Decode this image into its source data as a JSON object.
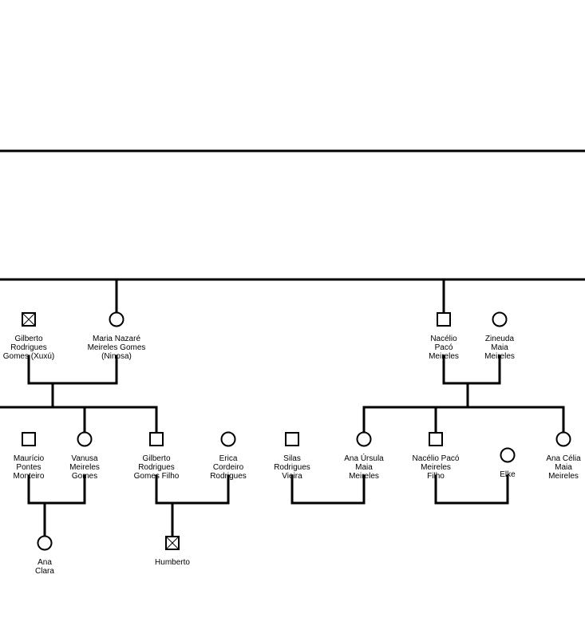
{
  "colors": {
    "line": "#000000",
    "background": "#ffffff"
  },
  "people": {
    "gilberto": {
      "name": [
        "Gilberto",
        "Rodrigues",
        "Gomes (Xuxú)"
      ],
      "sex": "male",
      "deceased": true
    },
    "maria_nazare": {
      "name": [
        "Maria Nazaré",
        "Meireles Gomes",
        "(Ninosa)"
      ],
      "sex": "female",
      "deceased": false
    },
    "nacelio": {
      "name": [
        "Nacélio",
        "Pacó",
        "Meireles"
      ],
      "sex": "male",
      "deceased": false
    },
    "zineuda": {
      "name": [
        "Zineuda",
        "Maia",
        "Meireles"
      ],
      "sex": "female",
      "deceased": false
    },
    "mauricio": {
      "name": [
        "Maurício",
        "Pontes",
        "Monteiro"
      ],
      "sex": "male",
      "deceased": false
    },
    "vanusa": {
      "name": [
        "Vanusa",
        "Meireles",
        "Gomes"
      ],
      "sex": "female",
      "deceased": false
    },
    "gilberto_filho": {
      "name": [
        "Gilberto",
        "Rodrigues",
        "Gomes Filho"
      ],
      "sex": "male",
      "deceased": false
    },
    "erica": {
      "name": [
        "Erica",
        "Cordeiro",
        "Rodrigues"
      ],
      "sex": "female",
      "deceased": false
    },
    "silas": {
      "name": [
        "Silas",
        "Rodrigues",
        "Vieira"
      ],
      "sex": "male",
      "deceased": false
    },
    "ana_ursula": {
      "name": [
        "Ana Úrsula",
        "Maia",
        "Meireles"
      ],
      "sex": "female",
      "deceased": false
    },
    "nacelio_filho": {
      "name": [
        "Nacélio Pacó",
        "Meireles",
        "Filho"
      ],
      "sex": "male",
      "deceased": false
    },
    "elke": {
      "name": [
        "Elke"
      ],
      "sex": "female",
      "deceased": false
    },
    "ana_celia": {
      "name": [
        "Ana Célia",
        "Maia",
        "Meireles"
      ],
      "sex": "female",
      "deceased": false
    },
    "ana_clara": {
      "name": [
        "Ana",
        "Clara"
      ],
      "sex": "female",
      "deceased": false
    },
    "humberto": {
      "name": [
        "Humberto"
      ],
      "sex": "male",
      "deceased": true
    }
  }
}
